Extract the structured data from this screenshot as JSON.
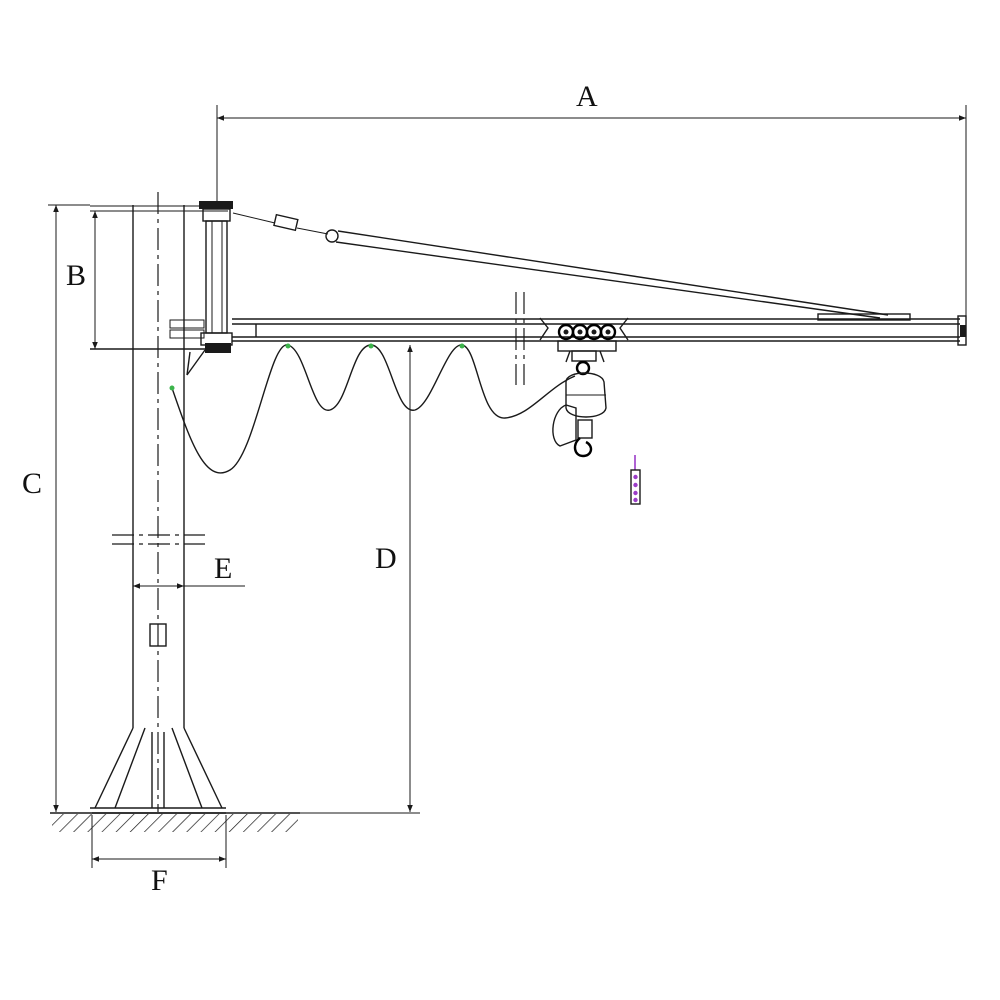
{
  "dimension_labels": {
    "a": "A",
    "b": "B",
    "c": "C",
    "d": "D",
    "e": "E",
    "f": "F"
  },
  "colors": {
    "line": "#1a1a1a",
    "background": "#ffffff",
    "cable_anchor": "#3cb44b",
    "pendant_accent": "#9b3cc8"
  }
}
